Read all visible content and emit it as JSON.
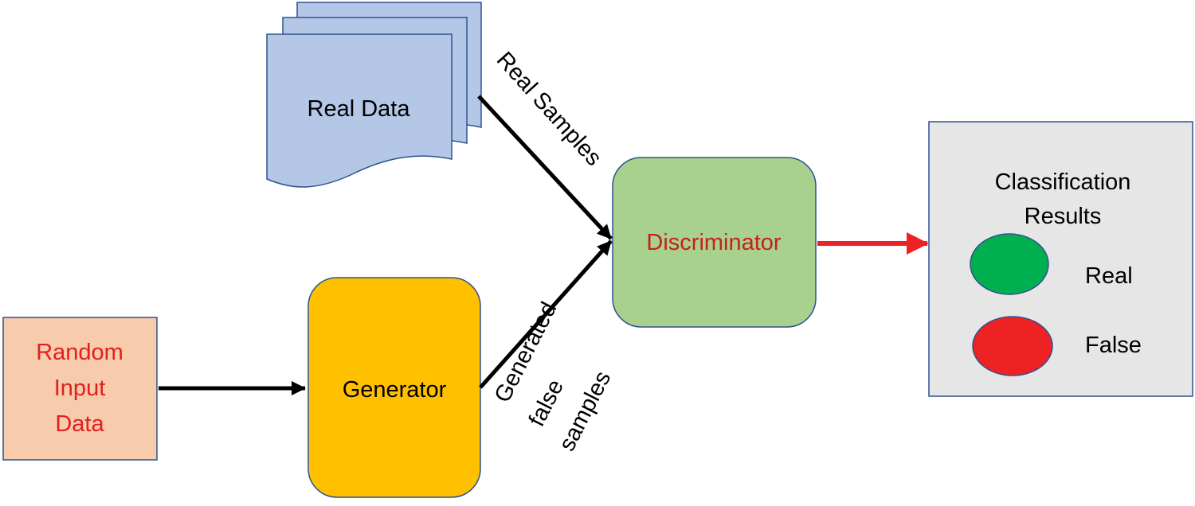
{
  "nodes": {
    "real_data": {
      "label": "Real Data",
      "fill": "#b4c7e7",
      "stroke": "#2f528f",
      "text_color": "#000000"
    },
    "random_input": {
      "lines": [
        "Random",
        "Input",
        "Data"
      ],
      "fill": "#f8cbad",
      "stroke": "#2f528f",
      "text_color": "#e0201f"
    },
    "generator": {
      "label": "Generator",
      "fill": "#ffc000",
      "stroke": "#2f528f",
      "text_color": "#000000"
    },
    "discriminator": {
      "label": "Discriminator",
      "fill": "#a9d18e",
      "stroke": "#2f528f",
      "text_color": "#c5201f"
    },
    "results": {
      "title_lines": [
        "Classification",
        "Results"
      ],
      "fill": "#e6e6e6",
      "stroke": "#2f528f",
      "real_label": "Real",
      "real_color": "#00b050",
      "false_label": "False",
      "false_color": "#ee2224"
    }
  },
  "edges": {
    "real_samples": "Real Samples",
    "generated_lines": [
      "Generated",
      "false",
      "samples"
    ],
    "arrow_color": "#000000",
    "output_arrow_color": "#ee2224"
  }
}
